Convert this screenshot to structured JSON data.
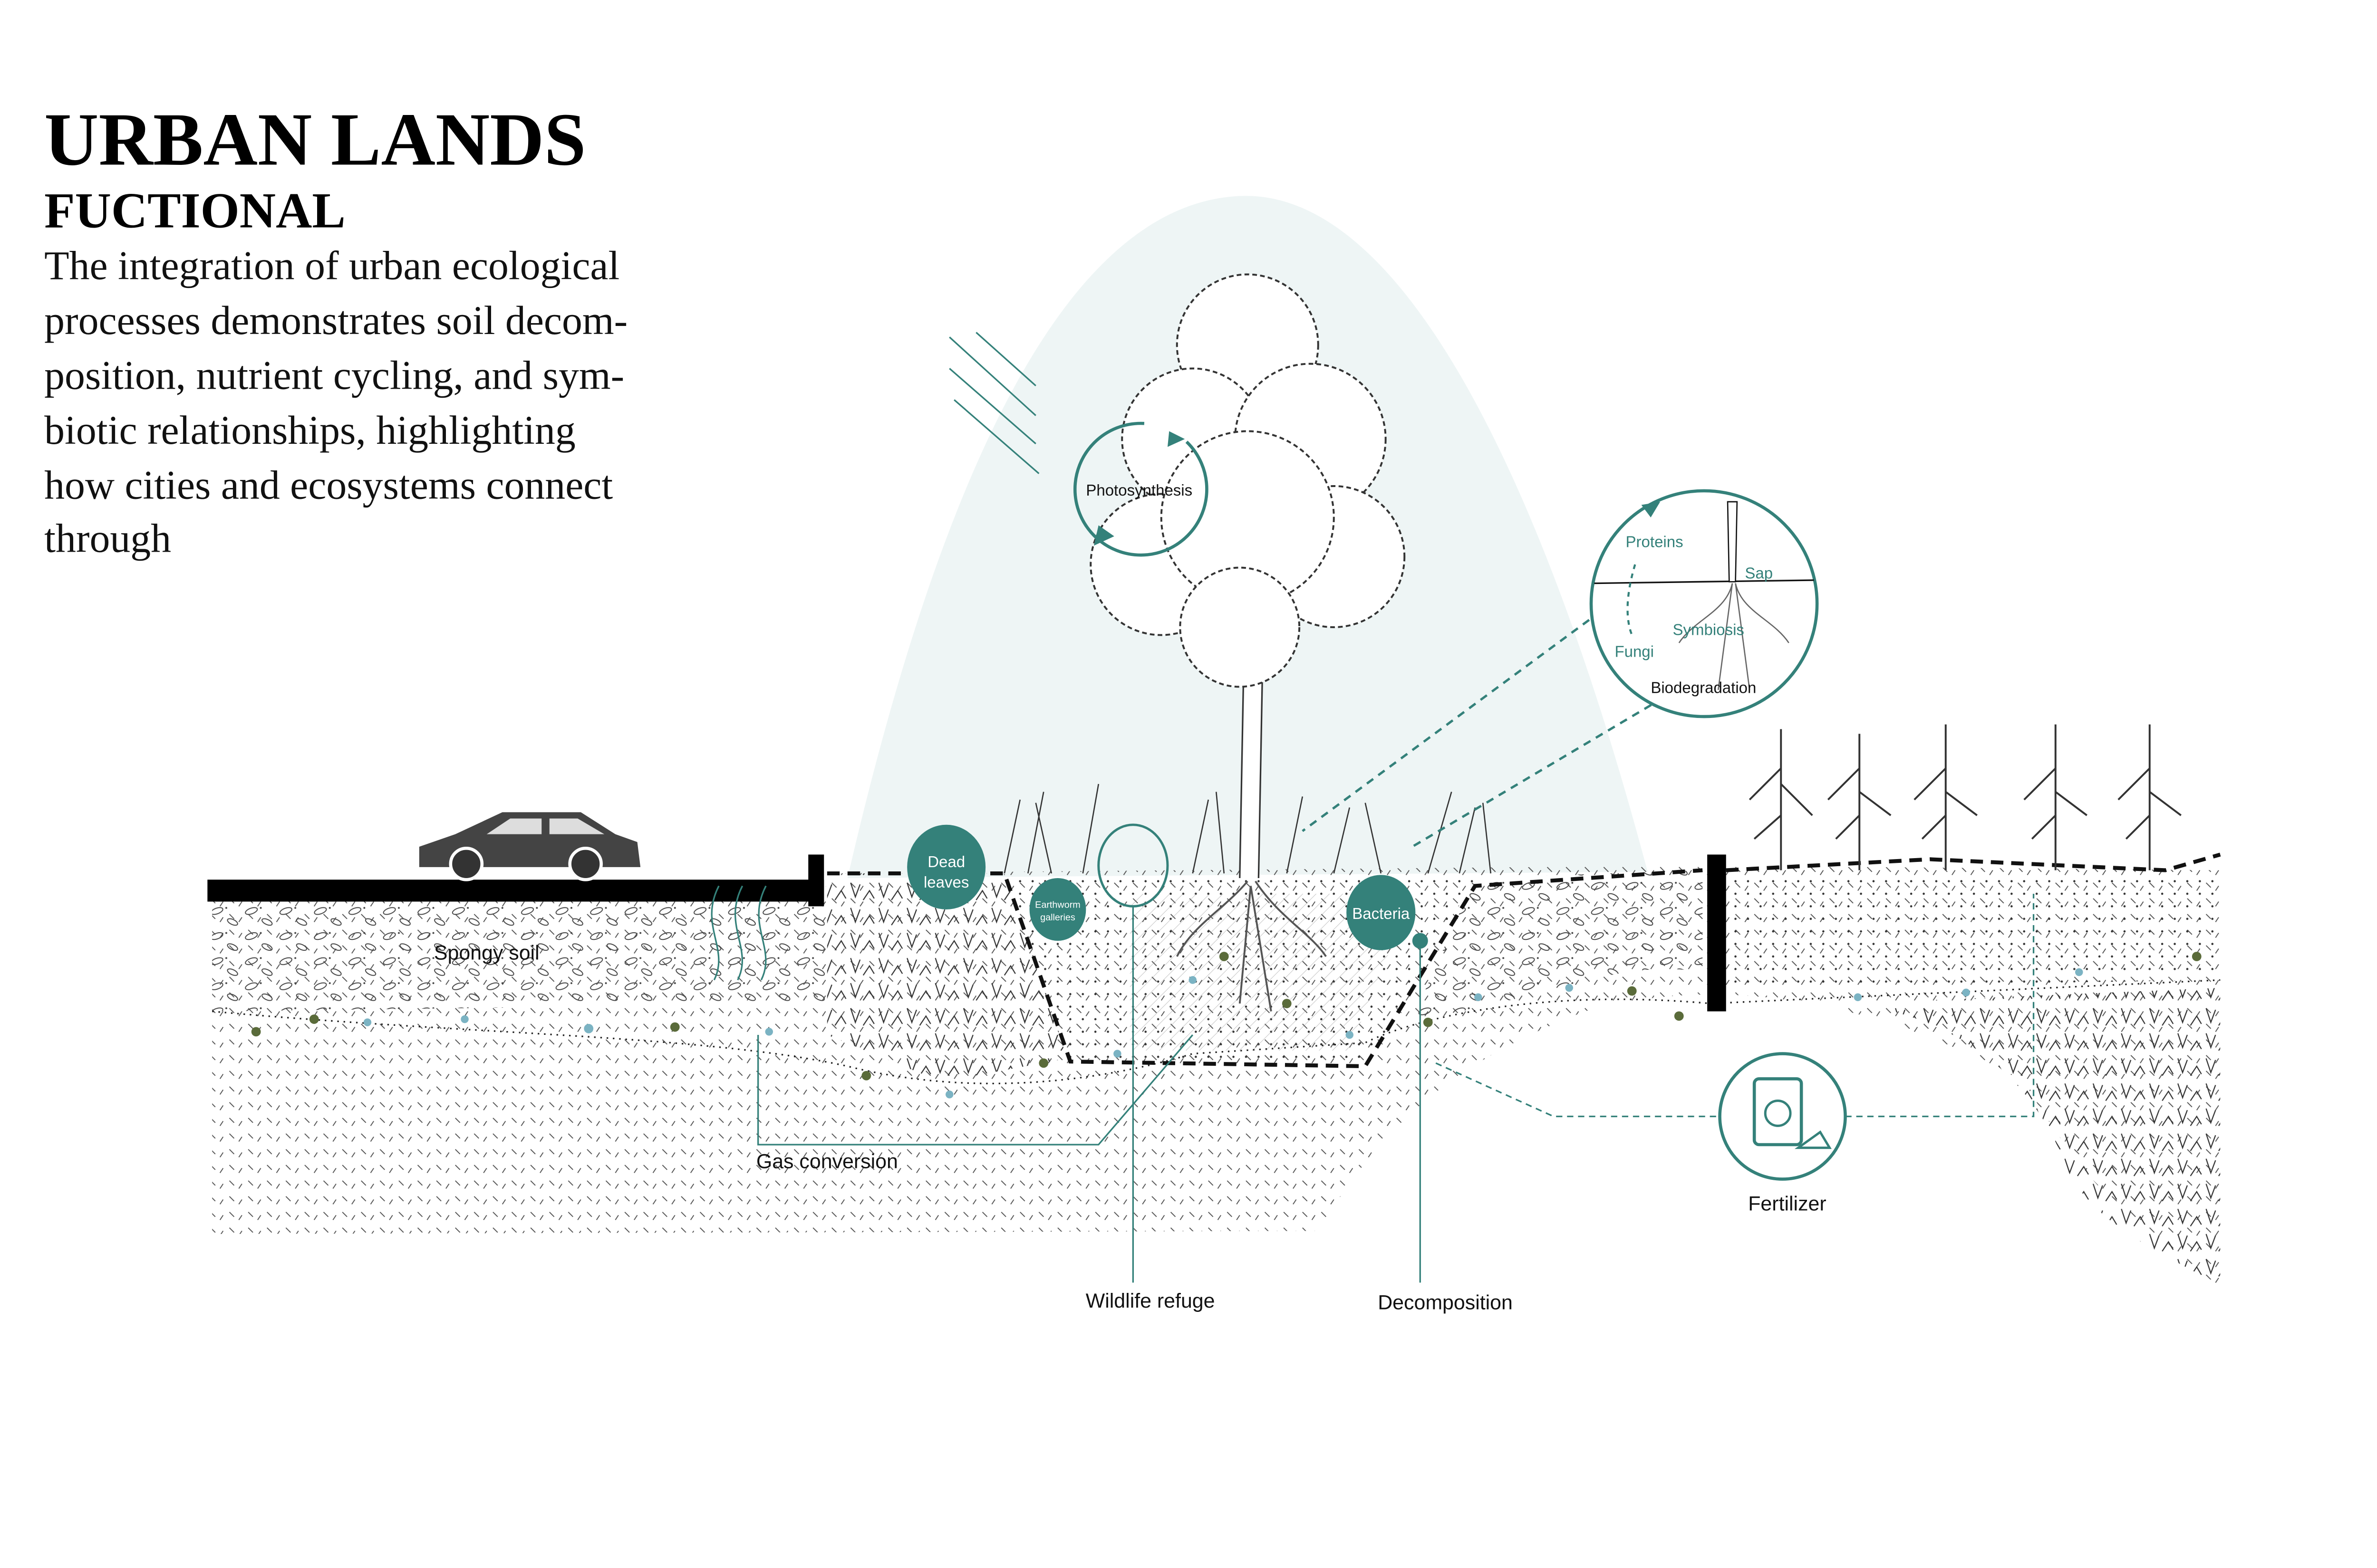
{
  "header": {
    "title": "URBAN LANDS",
    "subtitle": "FUCTIONAL",
    "description_lines": [
      "The integration of urban ecological",
      "processes demonstrates soil decom-",
      "position, nutrient cycling, and sym-",
      "biotic relationships, highlighting",
      "how cities and ecosystems connect",
      "through"
    ]
  },
  "labels": {
    "photosynthesis": "Photosynthesis",
    "dead_leaves_1": "Dead",
    "dead_leaves_2": "leaves",
    "earthworm_1": "Earthworm",
    "earthworm_2": "galleries",
    "bacteria": "Bacteria",
    "spongy_soil": "Spongy soil",
    "gas_conversion": "Gas conversion",
    "wildlife_refuge": "Wildlife refuge",
    "decomposition": "Decomposition",
    "fertilizer": "Fertilizer"
  },
  "inset": {
    "proteins": "Proteins",
    "sap": "Sap",
    "fungi": "Fungi",
    "symbiosis": "Symbiosis",
    "biodegradation": "Biodegradation"
  },
  "colors": {
    "accent": "#34817a",
    "glow": "#eef5f5",
    "nutrient_blue": "#7bb3c3",
    "nutrient_green": "#5a6b3a"
  }
}
